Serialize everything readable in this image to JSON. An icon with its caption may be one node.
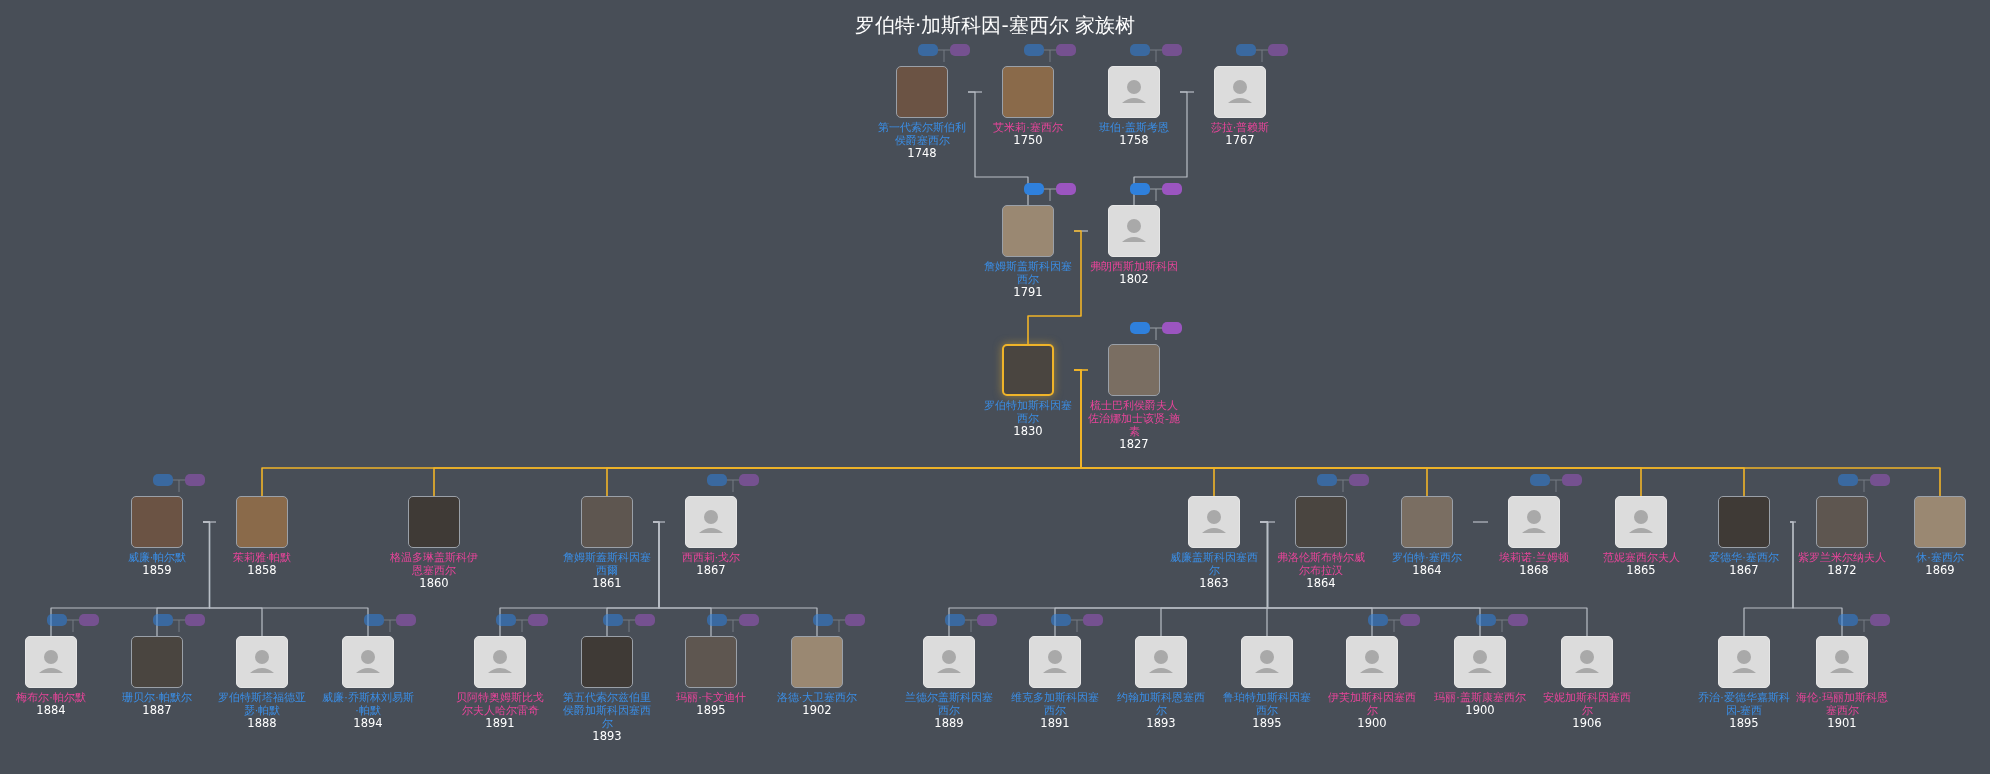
{
  "diagram": {
    "title": "罗伯特·加斯科因-塞西尔 家族树",
    "nodes": [
      {
        "text": [
          "第一代索尔斯伯利侯爵塞西尔",
          "1748"
        ]
      },
      {
        "text": [
          "艾米莉·塞西尔",
          "1750"
        ]
      },
      {
        "text": [
          "班伯·盖斯考恩",
          "1758"
        ]
      },
      {
        "text": [
          "莎拉·普赖斯",
          "1767"
        ]
      },
      {
        "text": [
          "詹姆斯盖斯科因塞西尔",
          "1791"
        ]
      },
      {
        "text": [
          "弗朗西斯加斯科因",
          "1802"
        ]
      },
      {
        "text": [
          "罗伯特加斯科因塞西尔",
          "1830"
        ]
      },
      {
        "text": [
          "梳士巴利侯爵夫人佐治娜加士该贤-施素",
          "1827"
        ]
      },
      {
        "text": [
          "威廉·帕尔默",
          "1859"
        ]
      },
      {
        "text": [
          "茱莉雅·帕默",
          "1858"
        ]
      },
      {
        "text": [
          "格温多琳盖斯科伊恩塞西尔",
          "1860"
        ]
      },
      {
        "text": [
          "詹姆斯蓋斯科因塞西爾",
          "1861"
        ]
      },
      {
        "text": [
          "西西莉·戈尔",
          "1867"
        ]
      },
      {
        "text": [
          "威廉盖斯科因塞西尔",
          "1863"
        ]
      },
      {
        "text": [
          "弗洛伦斯布特尔威尔布拉汉",
          "1864"
        ]
      },
      {
        "text": [
          "罗伯特·塞西尔",
          "1864"
        ]
      },
      {
        "text": [
          "埃莉诺·兰姆顿",
          "1868"
        ]
      },
      {
        "text": [
          "范妮塞西尔夫人",
          "1865"
        ]
      },
      {
        "text": [
          "爱德华·塞西尔",
          "1867"
        ]
      },
      {
        "text": [
          "紫罗兰米尔纳夫人",
          "1872"
        ]
      },
      {
        "text": [
          "休·塞西尔",
          "1869"
        ]
      },
      {
        "text": [
          "梅布尔·帕尔默",
          "1884"
        ]
      },
      {
        "text": [
          "珊贝尔·帕默尔",
          "1887"
        ]
      },
      {
        "text": [
          "罗伯特斯塔福德亚瑟·帕默",
          "1888"
        ]
      },
      {
        "text": [
          "威廉·乔斯林刘易斯·帕默",
          "1894"
        ]
      },
      {
        "text": [
          "贝阿特奥姆斯比戈尔夫人哈尔雷奇",
          "1891"
        ]
      },
      {
        "text": [
          "第五代索尔兹伯里侯爵加斯科因塞西尔",
          "1893"
        ]
      },
      {
        "text": [
          "玛丽·卡文迪什",
          "1895"
        ]
      },
      {
        "text": [
          "洛德·大卫塞西尔",
          "1902"
        ]
      },
      {
        "text": [
          "兰德尔盖斯科因塞西尔",
          "1889"
        ]
      },
      {
        "text": [
          "维克多加斯科因塞西尔",
          "1891"
        ]
      },
      {
        "text": [
          "约翰加斯科恩塞西尔",
          "1893"
        ]
      },
      {
        "text": [
          "鲁珀特加斯科因塞西尔",
          "1895"
        ]
      },
      {
        "text": [
          "伊芙加斯科因塞西尔",
          "1900"
        ]
      },
      {
        "text": [
          "玛丽·盖斯康塞西尔",
          "1900"
        ]
      },
      {
        "text": [
          "安妮加斯科因塞西尔",
          "1906"
        ]
      },
      {
        "text": [
          "乔治·爱德华嘉斯科因-塞西",
          "1895"
        ]
      },
      {
        "text": [
          "海伦·玛丽加斯科恩塞西尔",
          "1901"
        ]
      }
    ],
    "edges": [
      {
        "from": 0,
        "to": 1,
        "arrow": "none"
      },
      {
        "from": 2,
        "to": 3,
        "arrow": "none"
      },
      {
        "from": 4,
        "to": 5,
        "arrow": "none"
      },
      {
        "from": 6,
        "to": 7,
        "arrow": "none",
        "color": "#f0b429"
      },
      {
        "from": 8,
        "to": 9,
        "arrow": "none"
      },
      {
        "from": 11,
        "to": 12,
        "arrow": "none"
      },
      {
        "from": 13,
        "to": 14,
        "arrow": "none"
      },
      {
        "from": 15,
        "to": 16,
        "arrow": "none"
      },
      {
        "from": 18,
        "to": 19,
        "arrow": "none"
      },
      {
        "from": 0,
        "to": 4,
        "arrow": "none"
      },
      {
        "from": 2,
        "to": 5,
        "arrow": "none"
      },
      {
        "from": 4,
        "to": 6,
        "arrow": "none",
        "color": "#f0b429"
      },
      {
        "from": 6,
        "to": 9,
        "arrow": "none",
        "color": "#f0b429"
      },
      {
        "from": 6,
        "to": 10,
        "arrow": "none",
        "color": "#f0b429"
      },
      {
        "from": 6,
        "to": 11,
        "arrow": "none",
        "color": "#f0b429"
      },
      {
        "from": 6,
        "to": 13,
        "arrow": "none",
        "color": "#f0b429"
      },
      {
        "from": 6,
        "to": 15,
        "arrow": "none",
        "color": "#f0b429"
      },
      {
        "from": 6,
        "to": 17,
        "arrow": "none",
        "color": "#f0b429"
      },
      {
        "from": 6,
        "to": 18,
        "arrow": "none",
        "color": "#f0b429"
      },
      {
        "from": 6,
        "to": 20,
        "arrow": "none",
        "color": "#f0b429"
      },
      {
        "from": 8,
        "to": 21,
        "arrow": "none"
      },
      {
        "from": 8,
        "to": 22,
        "arrow": "none"
      },
      {
        "from": 8,
        "to": 23,
        "arrow": "none"
      },
      {
        "from": 8,
        "to": 24,
        "arrow": "none"
      },
      {
        "from": 11,
        "to": 25,
        "arrow": "none"
      },
      {
        "from": 11,
        "to": 26,
        "arrow": "none"
      },
      {
        "from": 11,
        "to": 27,
        "arrow": "none"
      },
      {
        "from": 11,
        "to": 28,
        "arrow": "none"
      },
      {
        "from": 13,
        "to": 29,
        "arrow": "none"
      },
      {
        "from": 13,
        "to": 30,
        "arrow": "none"
      },
      {
        "from": 13,
        "to": 31,
        "arrow": "none"
      },
      {
        "from": 13,
        "to": 32,
        "arrow": "none"
      },
      {
        "from": 13,
        "to": 33,
        "arrow": "none"
      },
      {
        "from": 13,
        "to": 34,
        "arrow": "none"
      },
      {
        "from": 13,
        "to": 35,
        "arrow": "none"
      },
      {
        "from": 18,
        "to": 36,
        "arrow": "none"
      },
      {
        "from": 18,
        "to": 37,
        "arrow": "none"
      }
    ]
  }
}
